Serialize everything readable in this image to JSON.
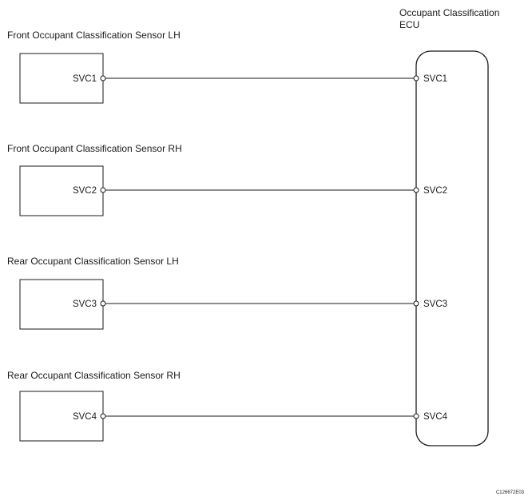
{
  "ecu": {
    "title_line1": "Occupant Classification",
    "title_line2": "ECU"
  },
  "sensors": [
    {
      "title": "Front Occupant Classification Sensor LH",
      "pin": "SVC1",
      "ecu_pin": "SVC1"
    },
    {
      "title": "Front Occupant Classification Sensor RH",
      "pin": "SVC2",
      "ecu_pin": "SVC2"
    },
    {
      "title": "Rear Occupant Classification Sensor LH",
      "pin": "SVC3",
      "ecu_pin": "SVC3"
    },
    {
      "title": "Rear Occupant Classification Sensor RH",
      "pin": "SVC4",
      "ecu_pin": "SVC4"
    }
  ],
  "figure_code": "C126672E03",
  "colors": {
    "line": "#1a1a1a",
    "background": "#ffffff"
  }
}
